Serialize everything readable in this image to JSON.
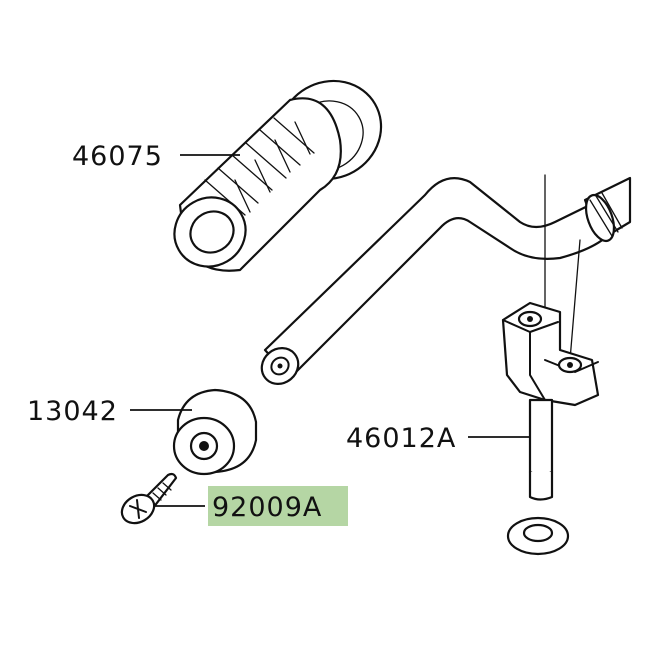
{
  "labels": {
    "grip": "46075",
    "weight": "13042",
    "screw": "92009A",
    "holder": "46012A"
  },
  "colors": {
    "highlight": "#b5d6a4",
    "ink": "#111111",
    "background": "#ffffff"
  }
}
